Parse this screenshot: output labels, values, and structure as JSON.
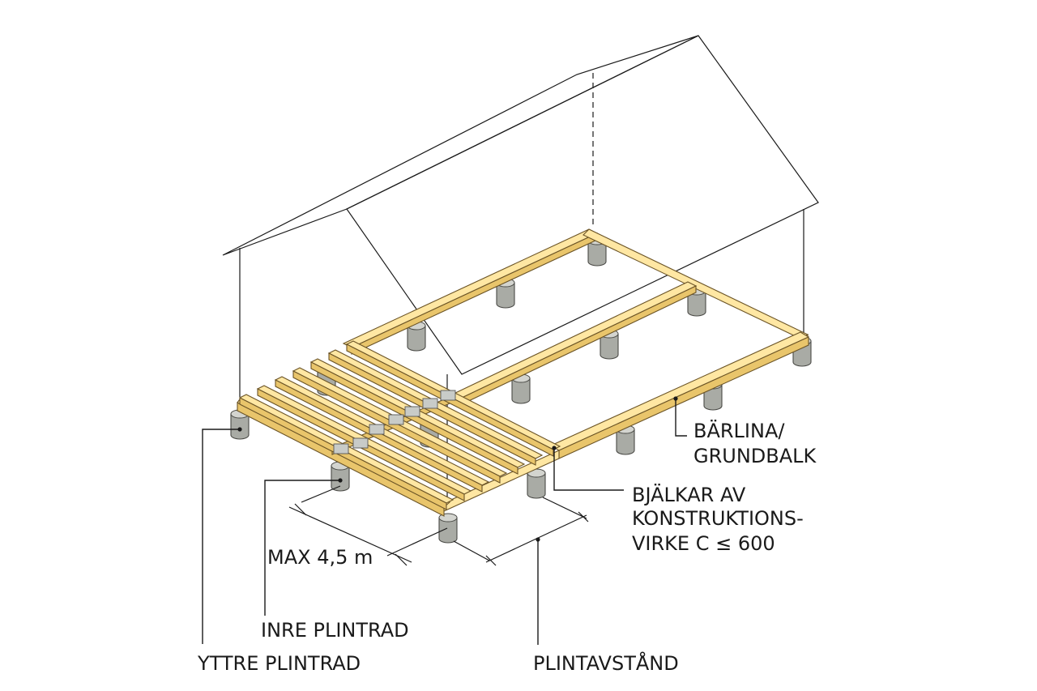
{
  "labels": {
    "barlina_line1": "BÄRLINA/",
    "barlina_line2": "GRUNDBALK",
    "bjalkar_line1": "BJÄLKAR AV",
    "bjalkar_line2": "KONSTRUKTIONS-",
    "bjalkar_line3": "VIRKE C ≤ 600",
    "max_span": "MAX 4,5 m",
    "inre_plintrad": "INRE PLINTRAD",
    "yttre_plintrad": "YTTRE PLINTRAD",
    "plintavstand": "PLINTAVSTÅND"
  },
  "colors": {
    "wood_top": "#ffe7a3",
    "wood_side": "#e9c56b",
    "plinth": "#a9aba5",
    "line": "#1a1a1a"
  }
}
